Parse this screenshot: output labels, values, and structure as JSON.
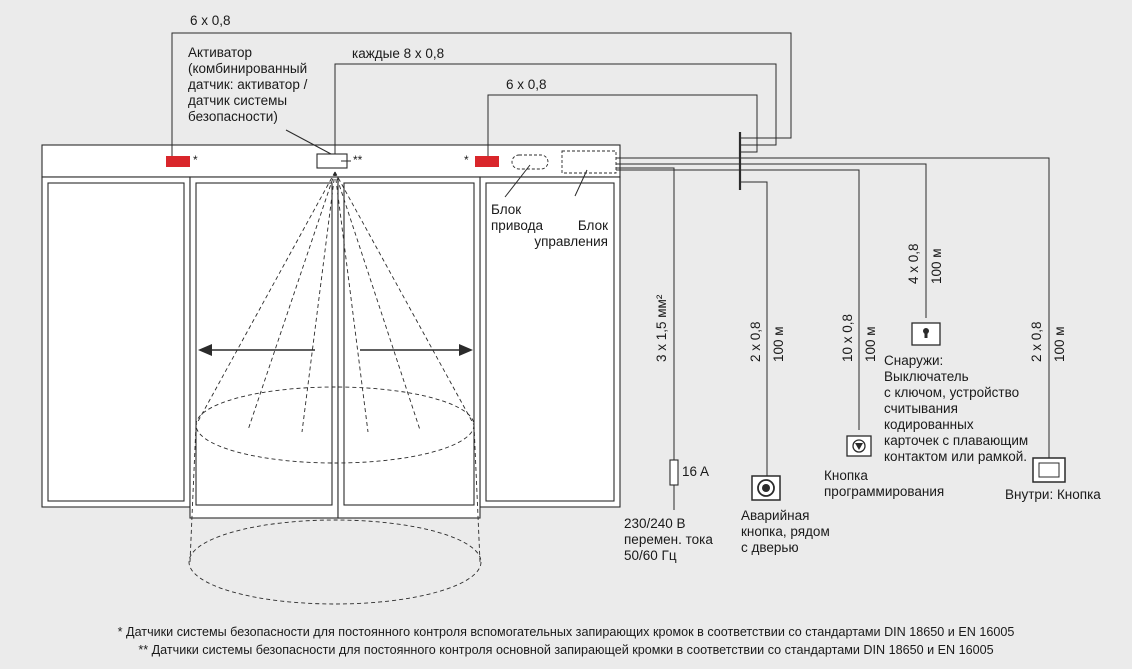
{
  "labels": {
    "top_cable_1": "6 x 0,8",
    "top_cable_2": "каждые 8 x 0,8",
    "top_cable_3": "6 x 0,8",
    "activator_lines": [
      "Активатор",
      "(комбинированный",
      "датчик: активатор /",
      "датчик системы",
      "безопасности)"
    ],
    "star_single": "*",
    "star_double": "**",
    "drive_unit_lines": [
      "Блок",
      "привода"
    ],
    "control_unit_lines": [
      "Блок",
      "управления"
    ],
    "power_cable": "3 x 1,5 мм²",
    "fuse": "16 A",
    "power_lines": [
      "230/240 В",
      "перемен. тока",
      "50/60 Гц"
    ],
    "emergency_cable_1": "2 x 0,8",
    "emergency_cable_2": "100 м",
    "emergency_lines": [
      "Аварийная",
      "кнопка, рядом",
      "с дверью"
    ],
    "prog_cable_1": "10 x 0,8",
    "prog_cable_2": "100 м",
    "prog_lines": [
      "Кнопка",
      "программирования"
    ],
    "outside_cable_1": "4 x 0,8",
    "outside_cable_2": "100 м",
    "outside_lines": [
      "Снаружи:",
      "Выключатель",
      "с ключом, устройство",
      "считывания",
      "кодированных",
      "карточек с плавающим",
      "контактом или рамкой."
    ],
    "inside_cable_1": "2 x 0,8",
    "inside_cable_2": "100 м",
    "inside_label": "Внутри: Кнопка"
  },
  "footnotes": [
    "* Датчики системы безопасности для постоянного контроля вспомогательных запирающих кромок в соответствии со стандартами DIN 18650 и EN 16005",
    "** Датчики системы безопасности для постоянного контроля основной запирающей кромки в соответствии со стандартами DIN 18650 и EN 16005"
  ],
  "colors": {
    "background": "#ebebeb",
    "line": "#2b2b2b",
    "safety_sensor": "#d9262b",
    "door_fill": "#ffffff"
  },
  "icons": {
    "safety_sensor": "red-rectangle",
    "activator": "rectangle-box",
    "key_switch": "keyhole-icon",
    "programming_button": "triangle-button-icon",
    "emergency_button": "round-button-icon",
    "inside_button": "square-button-icon"
  }
}
